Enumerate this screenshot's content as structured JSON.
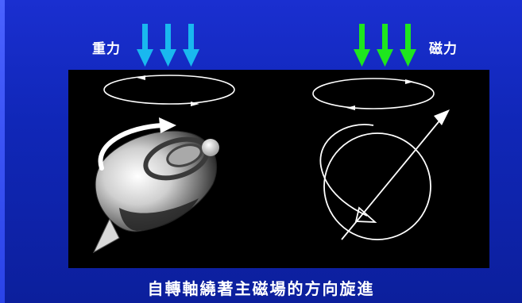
{
  "labels": {
    "gravity": "重力",
    "magnetic": "磁力"
  },
  "caption": "自轉軸繞著主磁場的方向旋進",
  "colors": {
    "background": "#1027b8",
    "gravity_arrow": "#19b8ef",
    "magnetic_arrow": "#1ee61e",
    "panel": "#000000",
    "drawing": "#ffffff"
  },
  "icons": {
    "gravity_arrows": "down-arrow",
    "magnetic_arrows": "down-arrow",
    "spinning_top": "spinning-top",
    "precessing_sphere": "sphere-with-precession-arrows"
  }
}
